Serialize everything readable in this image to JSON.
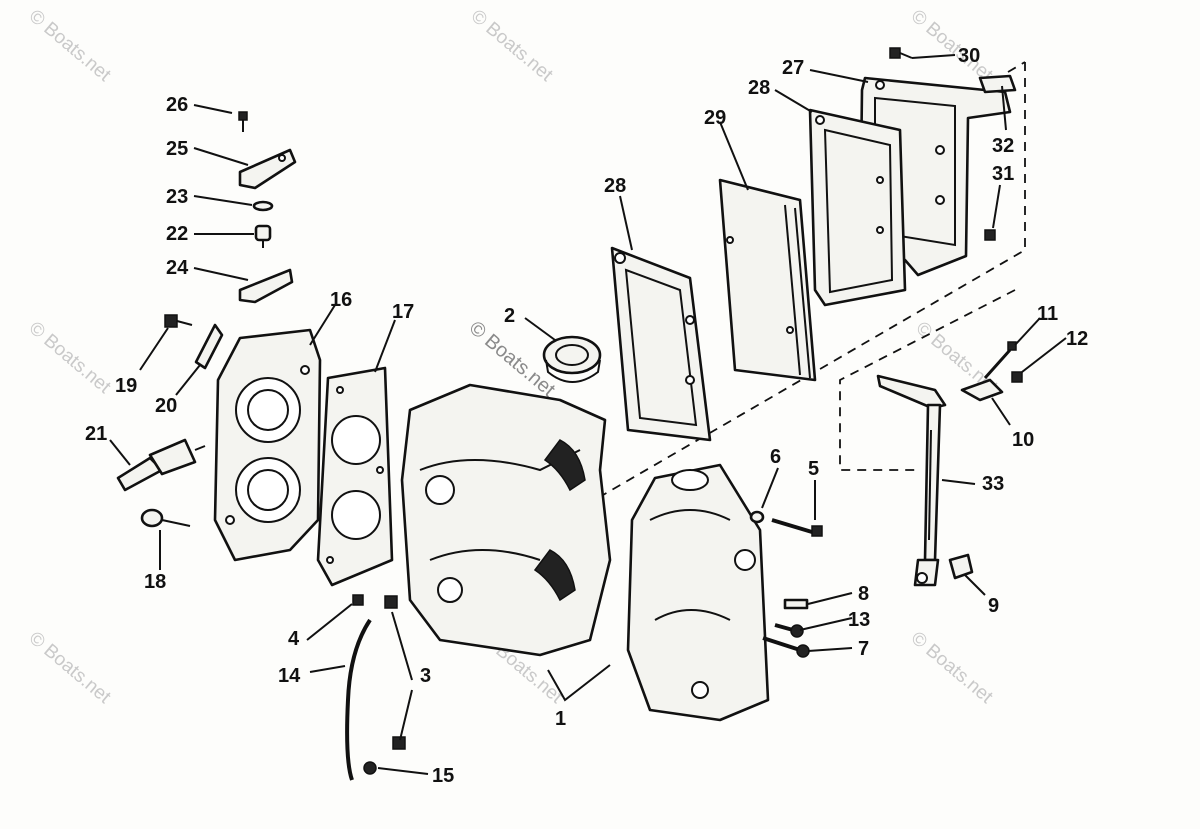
{
  "watermark": {
    "text": "© Boats.net",
    "color": "#c9c9c9"
  },
  "callouts": {
    "c1": "1",
    "c2": "2",
    "c3": "3",
    "c4": "4",
    "c5": "5",
    "c6": "6",
    "c7": "7",
    "c8": "8",
    "c9": "9",
    "c10": "10",
    "c11": "11",
    "c12": "12",
    "c13": "13",
    "c14": "14",
    "c15": "15",
    "c16": "16",
    "c17": "17",
    "c18": "18",
    "c19": "19",
    "c20": "20",
    "c21": "21",
    "c22": "22",
    "c23": "23",
    "c24": "24",
    "c25": "25",
    "c26": "26",
    "c27": "27",
    "c28a": "28",
    "c28b": "28",
    "c29": "29",
    "c30": "30",
    "c31": "31",
    "c32": "32",
    "c33": "33"
  },
  "colors": {
    "ink": "#111111",
    "paper": "#fdfdfb"
  }
}
